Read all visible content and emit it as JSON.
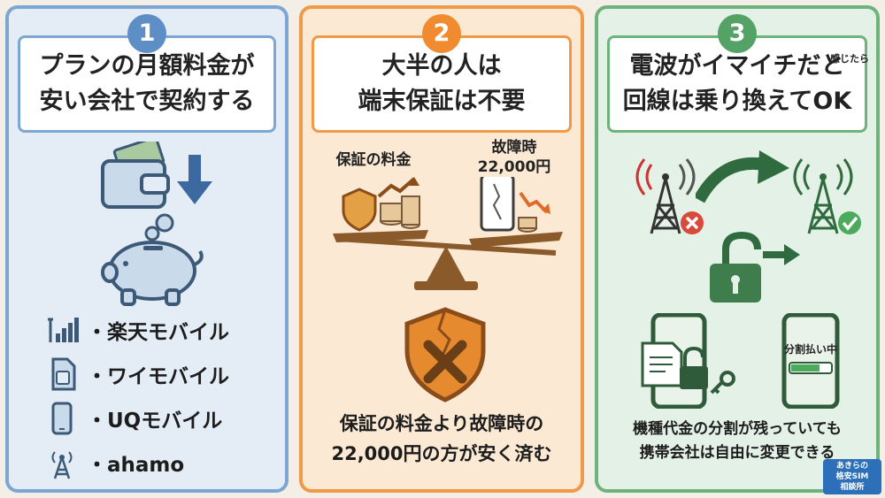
{
  "panel1": {
    "number": "1",
    "title_line1": "プランの月額料金が",
    "title_line2": "安い会社で契約する",
    "carriers": [
      {
        "label": "・楽天モバイル",
        "icon": "signal-bars-icon"
      },
      {
        "label": "・ワイモバイル",
        "icon": "sim-card-icon"
      },
      {
        "label": "・UQモバイル",
        "icon": "smartphone-icon"
      },
      {
        "label": "・ahamo",
        "icon": "antenna-tower-icon"
      }
    ]
  },
  "panel2": {
    "number": "2",
    "title_line1": "大半の人は",
    "title_line2": "端末保証は不要",
    "label_left": "保証の料金",
    "label_right_line1": "故障時",
    "label_right_line2": "22,000円",
    "bottom_line1": "保証の料金より故障時の",
    "bottom_line2": "22,000円の方が安く済む"
  },
  "panel3": {
    "number": "3",
    "title_line1": "電波がイマイチだと",
    "title_note": "感じたら",
    "title_line2": "回線は乗り換えてOK",
    "installment_label": "分割払い中",
    "bottom_line1": "機種代金の分割が残っていても",
    "bottom_line2": "携帯会社は自由に変更できる"
  },
  "badge": {
    "line1": "あきらの",
    "line2": "格安SIM",
    "line3": "相談所"
  },
  "colors": {
    "blue": "#5d8fc6",
    "orange": "#f08b2f",
    "green": "#54a266"
  }
}
